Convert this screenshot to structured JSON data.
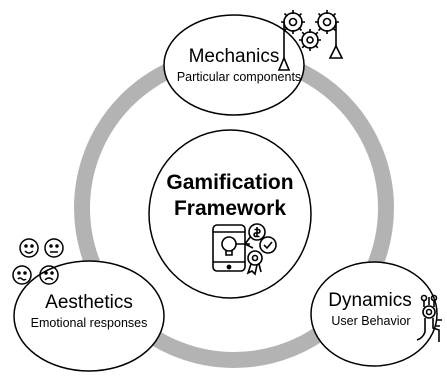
{
  "center": {
    "line1": "Gamification",
    "line2": "Framework"
  },
  "mechanics": {
    "title": "Mechanics",
    "subtitle": "Particular components"
  },
  "aesthetics": {
    "title": "Aesthetics",
    "subtitle": "Emotional responses"
  },
  "dynamics": {
    "title": "Dynamics",
    "subtitle": "User Behavior"
  },
  "colors": {
    "ring": "#b3b3b3",
    "stroke": "#000000",
    "fill": "#ffffff"
  },
  "icons": [
    "gears-pulley-icon",
    "smiley-faces-icon",
    "phone-idea-award-icon",
    "hand-tap-icon"
  ]
}
